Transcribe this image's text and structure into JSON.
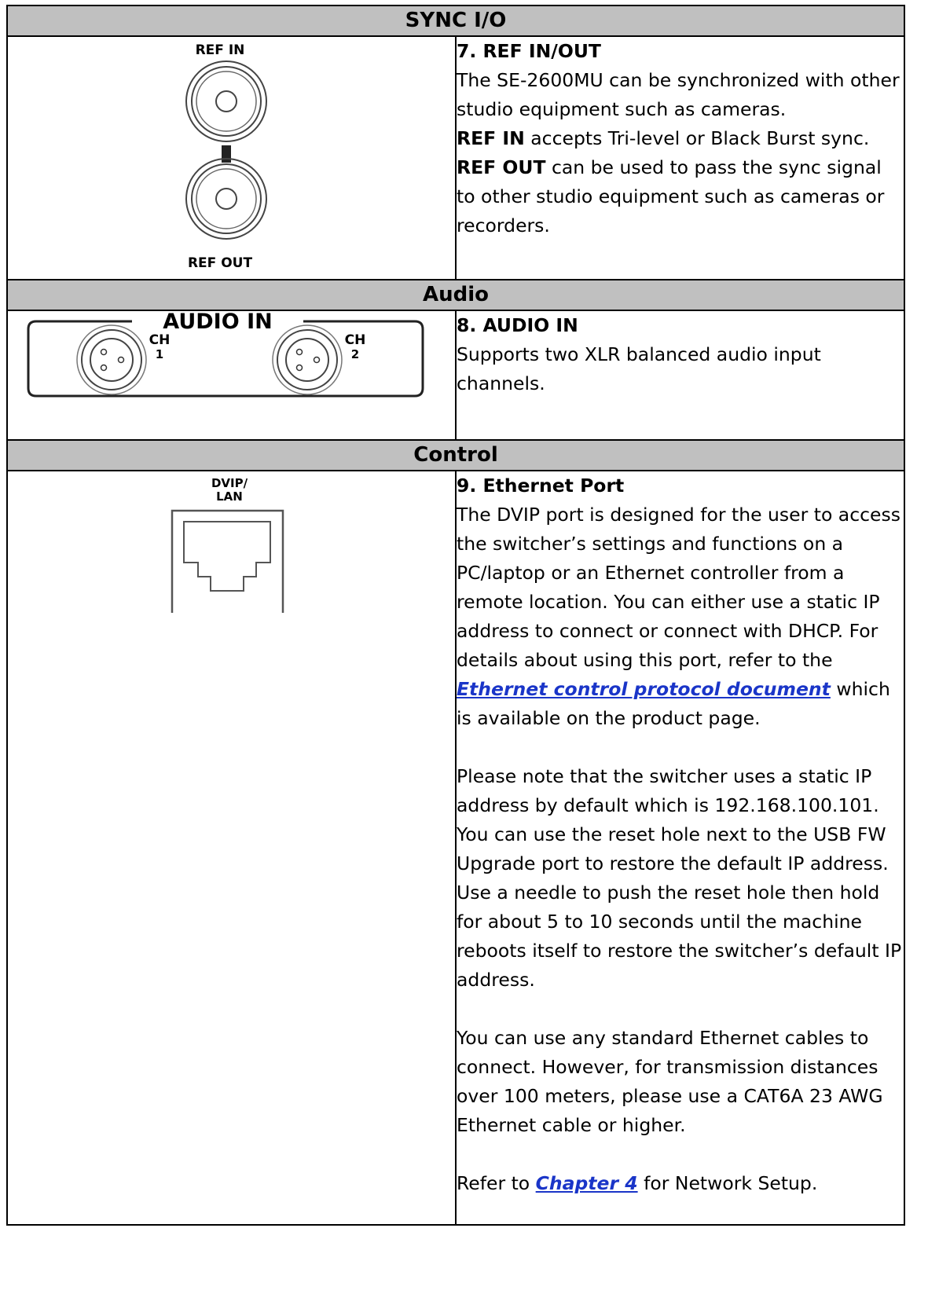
{
  "sections": {
    "sync": {
      "header": "SYNC I/O",
      "image_labels": {
        "top": "REF IN",
        "bottom": "REF OUT"
      },
      "title": "7. REF IN/OUT",
      "line1": "The SE-2600MU can be synchronized with other studio equipment such as cameras.",
      "ref_in_bold": "REF IN",
      "ref_in_text": " accepts Tri-level or Black Burst sync.",
      "ref_out_bold": "REF OUT",
      "ref_out_text": " can be used to pass the sync signal to other studio equipment such as cameras or recorders."
    },
    "audio": {
      "header": "Audio",
      "image_labels": {
        "panel": "AUDIO IN",
        "ch": "CH",
        "ch1": "1",
        "ch2": "2"
      },
      "title": "8. AUDIO IN",
      "text": "Supports two XLR balanced audio input channels."
    },
    "control": {
      "header": "Control",
      "image_labels": {
        "line1": "DVIP/",
        "line2": "LAN"
      },
      "title": "9. Ethernet Port",
      "p1_text": "The DVIP port is designed for the user to access the switcher’s settings and functions on a PC/laptop or an Ethernet controller from a remote location. You can either use a static IP address to connect or connect with DHCP. For details about using this port, refer to the ",
      "p1_link": "Ethernet control protocol document",
      "p1_tail": " which is available on the product page.",
      "p2": "Please note that the switcher uses a static IP address by default which is 192.168.100.101. You can use the reset hole next to the USB FW Upgrade port to restore the default IP address. Use a needle to push the reset hole then hold for about 5 to 10 seconds until the machine reboots itself to restore the switcher’s default IP address.",
      "p3": "You can use any standard Ethernet cables to connect. However, for transmission distances over 100 meters, please use a CAT6A 23 AWG Ethernet cable or higher.",
      "p4_pre": "Refer to ",
      "p4_link": "Chapter 4",
      "p4_post": " for Network Setup."
    }
  },
  "colors": {
    "header_bg": "#c0c0c0",
    "link": "#1a35c8"
  }
}
